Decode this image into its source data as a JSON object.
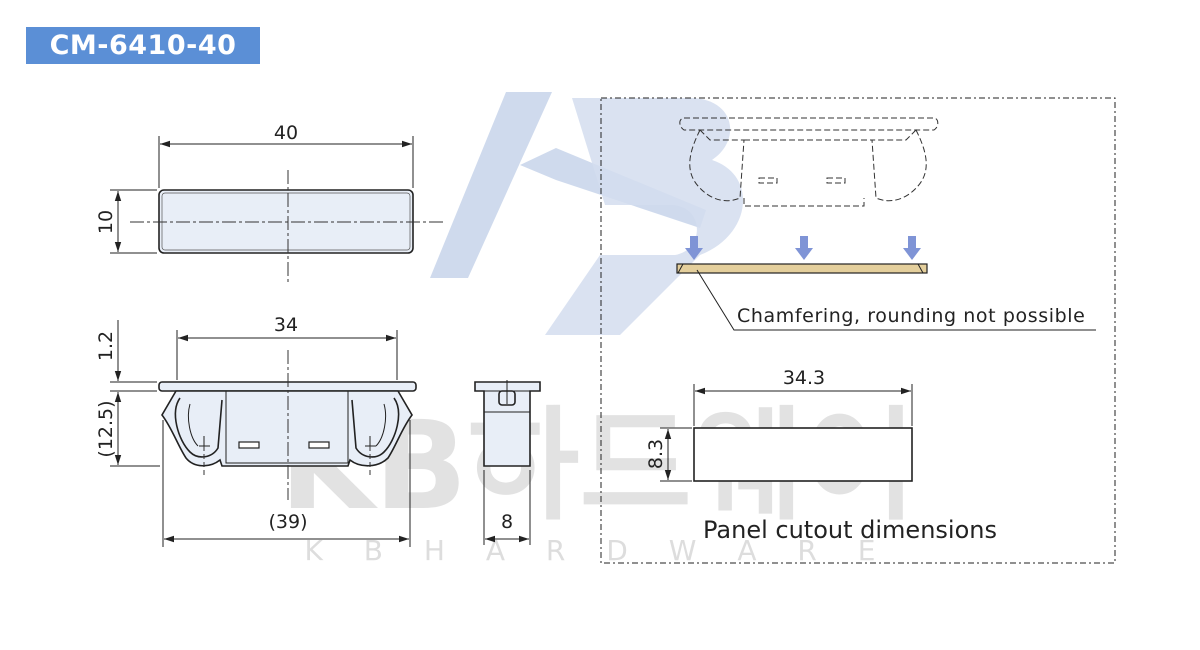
{
  "title": "CM-6410-40",
  "watermark": {
    "logo_text": "KB하드웨어",
    "sub_text": "K B   H A R D W A R E",
    "color": "#c7d3ea",
    "gray": "#cccccc"
  },
  "dimensions": {
    "top_width": "40",
    "top_height": "10",
    "front_inner_width": "34",
    "flange_thickness": "1.2",
    "body_height": "(12.5)",
    "overall_width": "(39)",
    "side_depth": "8",
    "cutout_width": "34.3",
    "cutout_height": "8.3"
  },
  "notes": {
    "chamfer_note": "Chamfering, rounding not possible",
    "cutout_caption": "Panel cutout dimensions"
  },
  "colors": {
    "badge": "#5b8fd6",
    "part_fill": "#e8eef7",
    "panel_fill": "#e4cf9c",
    "arrow": "#7f94d6"
  }
}
